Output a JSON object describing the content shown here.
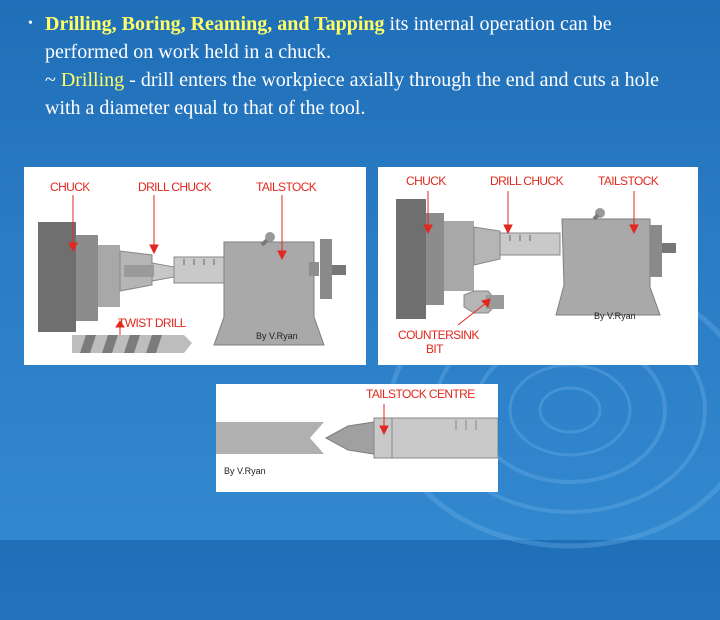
{
  "slide": {
    "bullet_char": "•",
    "heading_keywords": "Drilling, Boring, Reaming, and Tapping",
    "heading_rest": " its internal operation can be performed on work held in a chuck.",
    "sub_prefix": "~ ",
    "sub_keyword": "Drilling",
    "sub_rest": " - drill enters the workpiece axially through the end and cuts a hole with a diameter equal to that of the tool."
  },
  "figure1": {
    "chuck": "CHUCK",
    "drill_chuck": "DRILL CHUCK",
    "tailstock": "TAILSTOCK",
    "twist_drill": "TWIST DRILL",
    "credit": "By V.Ryan"
  },
  "figure2": {
    "chuck": "CHUCK",
    "drill_chuck": "DRILL CHUCK",
    "tailstock": "TAILSTOCK",
    "countersink_1": "COUNTERSINK",
    "countersink_2": "BIT",
    "credit": "By V.Ryan"
  },
  "figure3": {
    "tailstock_centre": "TAILSTOCK CENTRE",
    "credit": "By V.Ryan"
  },
  "colors": {
    "background": "#2a7cc4",
    "highlight": "#ffff66",
    "label_red": "#e0281e"
  }
}
